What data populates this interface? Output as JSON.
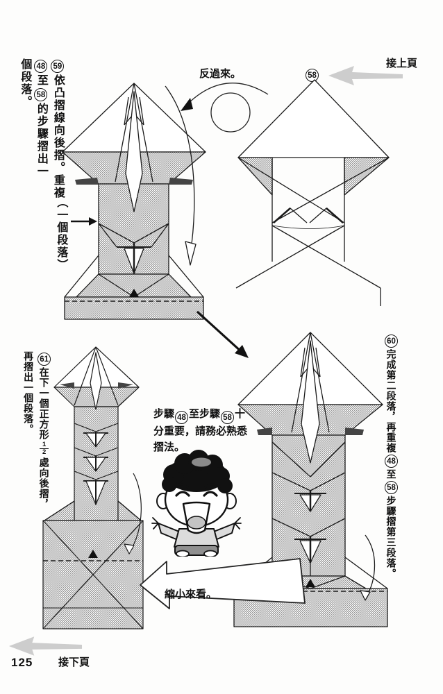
{
  "page_number": "125",
  "nav": {
    "prev_label": "接上頁",
    "next_label": "接下頁"
  },
  "labels": {
    "turn_over": "反過來。",
    "one_section": "（一個段落）",
    "zoom_out": "縮小來看。",
    "figure_badge": "58"
  },
  "steps": {
    "s59": {
      "num": "59",
      "t1": "依凸摺線向後摺。重複",
      "n1": "48",
      "t2": "至",
      "n2": "58",
      "t3": "的步驟摺出一",
      "t4": "個段落。"
    },
    "s60": {
      "num": "60",
      "t1": "完成第二段落，再重複",
      "n1": "48",
      "t2": "至",
      "n2": "58",
      "t3": "步驟摺第三段落。"
    },
    "s61": {
      "num": "61",
      "t1": "在下一個正方形",
      "frac_num": "1",
      "frac_den": "2",
      "t2": "處向後摺，",
      "t3": "再摺出一個段落。"
    }
  },
  "note": {
    "t1": "步驟",
    "n1": "48",
    "t2": "至步驟",
    "n2": "58",
    "t3": "十分重要，請務必熟悉摺法。"
  }
}
